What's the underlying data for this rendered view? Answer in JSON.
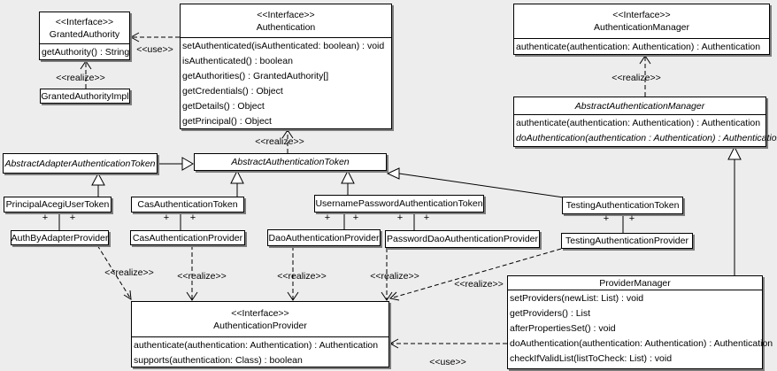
{
  "diagram": {
    "bg_color": "#ededed",
    "box_fill": "#ffffff",
    "line_color": "#000000",
    "shadow_color": "#7d7d7d"
  },
  "labels": {
    "realize": "<<realize>>",
    "use": "<<use>>",
    "plus": "+"
  },
  "classes": {
    "granted_authority": {
      "stereotype": "<<Interface>>",
      "name": "GrantedAuthority",
      "methods": [
        "getAuthority() : String"
      ]
    },
    "granted_authority_impl": {
      "name": "GrantedAuthorityImpl"
    },
    "authentication": {
      "stereotype": "<<Interface>>",
      "name": "Authentication",
      "methods": [
        "setAuthenticated(isAuthenticated: boolean) : void",
        "isAuthenticated() : boolean",
        "getAuthorities() : GrantedAuthority[]",
        "getCredentials() : Object",
        "getDetails() : Object",
        "getPrincipal() : Object"
      ]
    },
    "authentication_manager": {
      "stereotype": "<<Interface>>",
      "name": "AuthenticationManager",
      "methods": [
        "authenticate(authentication: Authentication) : Authentication"
      ]
    },
    "abstract_authentication_manager": {
      "name": "AbstractAuthenticationManager",
      "methods": [
        "authenticate(authentication: Authentication) : Authentication",
        "doAuthentication(authentication : Authentication) : Authentication"
      ]
    },
    "abstract_adapter_authentication_token": {
      "name": "AbstractAdapterAuthenticationToken"
    },
    "abstract_authentication_token": {
      "name": "AbstractAuthenticationToken"
    },
    "principal_acegi_user_token": {
      "name": "PrincipalAcegiUserToken"
    },
    "auth_by_adapter_provider": {
      "name": "AuthByAdapterProvider"
    },
    "cas_authentication_token": {
      "name": "CasAuthenticationToken"
    },
    "cas_authentication_provider": {
      "name": "CasAuthenticationProvider"
    },
    "username_password_authentication_token": {
      "name": "UsernamePasswordAuthenticationToken"
    },
    "dao_authentication_provider": {
      "name": "DaoAuthenticationProvider"
    },
    "password_dao_authentication_provider": {
      "name": "PasswordDaoAuthenticationProvider"
    },
    "testing_authentication_token": {
      "name": "TestingAuthenticationToken"
    },
    "testing_authentication_provider": {
      "name": "TestingAuthenticationProvider"
    },
    "provider_manager": {
      "name": "ProviderManager",
      "methods": [
        "setProviders(newList: List) : void",
        "getProviders() : List",
        "afterPropertiesSet() : void",
        "doAuthentication(authentication: Authentication) : Authentication",
        "checkIfValidList(listToCheck: List) : void"
      ]
    },
    "authentication_provider": {
      "stereotype": "<<Interface>>",
      "name": "AuthenticationProvider",
      "methods": [
        "authenticate(authentication: Authentication) : Authentication",
        "supports(authentication: Class) : boolean"
      ]
    }
  }
}
